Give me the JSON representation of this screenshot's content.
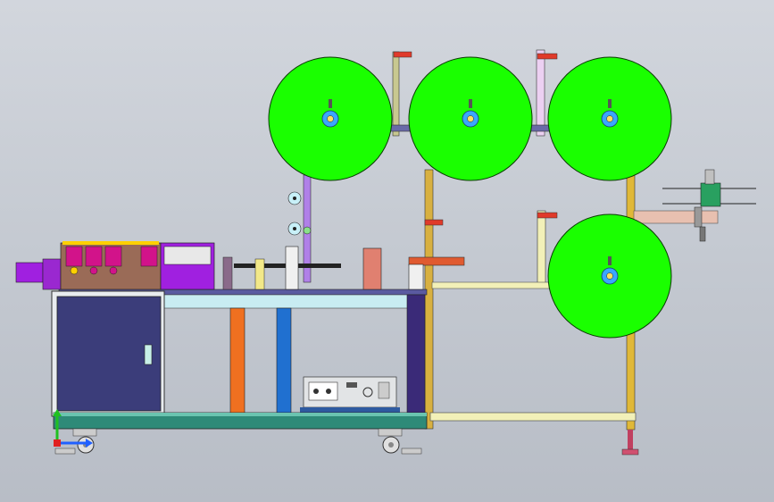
{
  "scene": {
    "title": "",
    "colors": {
      "background_top": "#d2d6dd",
      "background_bottom": "#b8bdc6",
      "roll_fill": "#1aff00",
      "roll_edge": "#0a3a00",
      "hub": "#3aa6ff",
      "frame_yellow": "#f2f0b8",
      "frame_gold": "#d8b040",
      "frame_purple": "#a070e0",
      "frame_pink": "#e8c8ef",
      "base_teal": "#2e8a78",
      "cabinet": "#3b3d7a",
      "module_brown": "#9a6b57",
      "module_magenta": "#d2138a",
      "module_purple": "#a020e0",
      "orange_leg": "#f07020",
      "blue_leg": "#2070d0",
      "red_bracket": "#e04030",
      "salmon_block": "#e08070",
      "axis_x": "#2060ff",
      "axis_y": "#20c020"
    },
    "rolls": [
      {
        "id": "roll-1"
      },
      {
        "id": "roll-2"
      },
      {
        "id": "roll-3"
      },
      {
        "id": "roll-4"
      }
    ],
    "parts": [
      "cabinet",
      "cabinet-door-handle",
      "base-frame",
      "caster",
      "leveling-foot",
      "forming-module",
      "ear-loop-welder",
      "control-box",
      "tension-rollers",
      "upright-frame",
      "nose-wire-feeder"
    ]
  }
}
